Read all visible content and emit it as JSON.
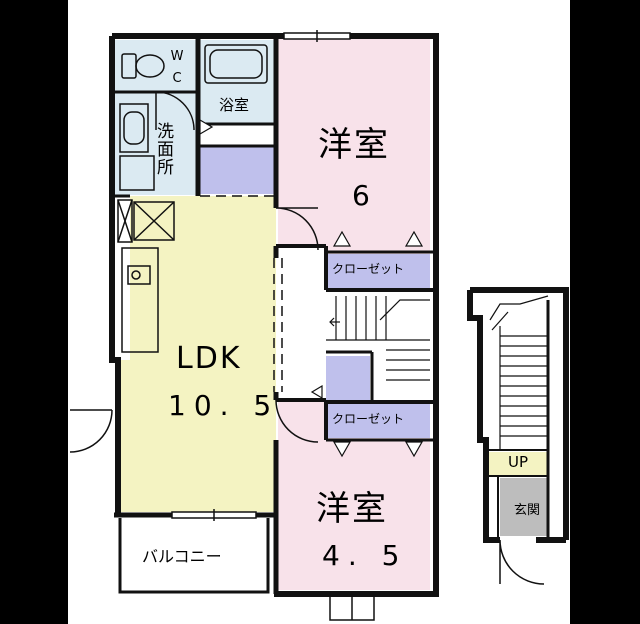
{
  "rooms": {
    "wc": "W C",
    "bath": "浴室",
    "washroom": "洗面所",
    "western_room_1": {
      "name": "洋室",
      "size": "6"
    },
    "closet_1": "クローゼット",
    "ldk": {
      "name": "LDK",
      "size": "10. 5"
    },
    "closet_2": "クローゼット",
    "western_room_2": {
      "name": "洋室",
      "size": "4. 5"
    },
    "balcony": "バルコニー",
    "stair_up": "UP",
    "entrance": "玄関"
  },
  "colors": {
    "background": "#000000",
    "paper": "#ffffff",
    "wall": "#111111",
    "ldk_fill": "#f4f3c2",
    "western_fill": "#f8e2ea",
    "wet_fill": "#dbeaf2",
    "closet_fill": "#bfc0ec",
    "entrance_fill": "#bdbdbd",
    "stair_up_fill": "#f4f3c2"
  }
}
